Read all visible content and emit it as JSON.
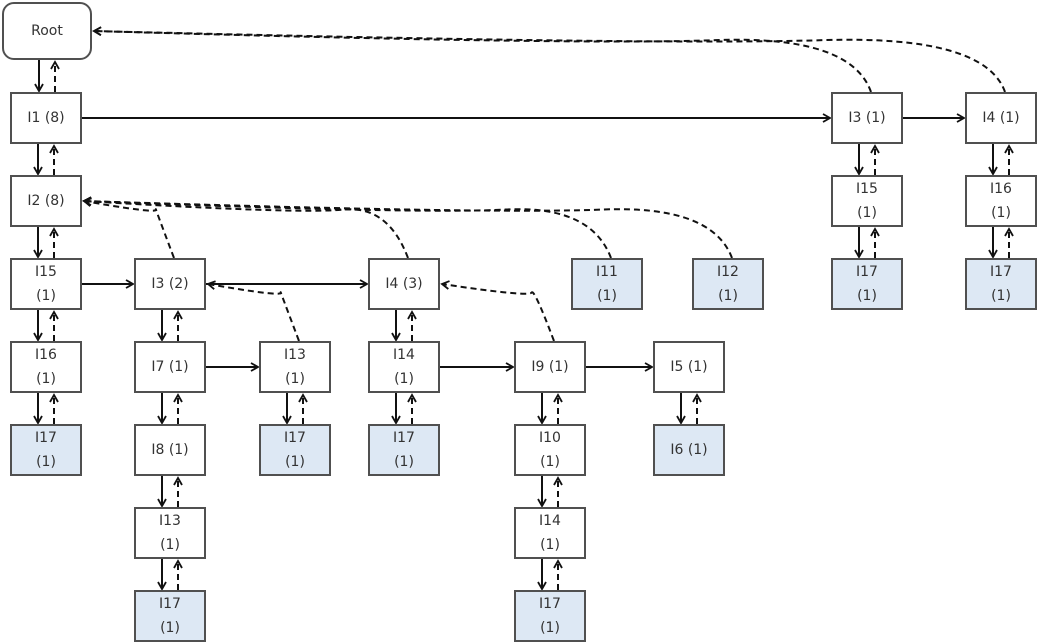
{
  "diagram": {
    "colors": {
      "leaf_fill": "#dde8f4",
      "node_fill": "#ffffff",
      "border": "#505050",
      "edge": "#111111"
    },
    "legend_semantics": {
      "solid_arrow": "child / sibling link",
      "dashed_arrow": "parent link"
    },
    "nodes": [
      {
        "id": "root",
        "line1": "Root",
        "line2": "",
        "leaf": false
      },
      {
        "id": "n_i1",
        "line1": "I1 (8)",
        "line2": "",
        "leaf": false
      },
      {
        "id": "n_i2",
        "line1": "I2 (8)",
        "line2": "",
        "leaf": false
      },
      {
        "id": "n_i15a",
        "line1": "I15",
        "line2": "(1)",
        "leaf": false
      },
      {
        "id": "n_i16a",
        "line1": "I16",
        "line2": "(1)",
        "leaf": false
      },
      {
        "id": "n_i17a",
        "line1": "I17",
        "line2": "(1)",
        "leaf": true
      },
      {
        "id": "n_i3b",
        "line1": "I3 (2)",
        "line2": "",
        "leaf": false
      },
      {
        "id": "n_i7",
        "line1": "I7 (1)",
        "line2": "",
        "leaf": false
      },
      {
        "id": "n_i8",
        "line1": "I8 (1)",
        "line2": "",
        "leaf": false
      },
      {
        "id": "n_i13b",
        "line1": "I13",
        "line2": "(1)",
        "leaf": false
      },
      {
        "id": "n_i17b",
        "line1": "I17",
        "line2": "(1)",
        "leaf": true
      },
      {
        "id": "n_i13a",
        "line1": "I13",
        "line2": "(1)",
        "leaf": false
      },
      {
        "id": "n_i17c",
        "line1": "I17",
        "line2": "(1)",
        "leaf": true
      },
      {
        "id": "n_i4b",
        "line1": "I4 (3)",
        "line2": "",
        "leaf": false
      },
      {
        "id": "n_i14a",
        "line1": "I14",
        "line2": "(1)",
        "leaf": false
      },
      {
        "id": "n_i17d",
        "line1": "I17",
        "line2": "(1)",
        "leaf": true
      },
      {
        "id": "n_i9",
        "line1": "I9 (1)",
        "line2": "",
        "leaf": false
      },
      {
        "id": "n_i10",
        "line1": "I10",
        "line2": "(1)",
        "leaf": false
      },
      {
        "id": "n_i14b",
        "line1": "I14",
        "line2": "(1)",
        "leaf": false
      },
      {
        "id": "n_i17e",
        "line1": "I17",
        "line2": "(1)",
        "leaf": true
      },
      {
        "id": "n_i5",
        "line1": "I5 (1)",
        "line2": "",
        "leaf": false
      },
      {
        "id": "n_i6",
        "line1": "I6 (1)",
        "line2": "",
        "leaf": true
      },
      {
        "id": "n_i11",
        "line1": "I11",
        "line2": "(1)",
        "leaf": true
      },
      {
        "id": "n_i12",
        "line1": "I12",
        "line2": "(1)",
        "leaf": true
      },
      {
        "id": "n_i3a",
        "line1": "I3 (1)",
        "line2": "",
        "leaf": false
      },
      {
        "id": "n_i15b",
        "line1": "I15",
        "line2": "(1)",
        "leaf": false
      },
      {
        "id": "n_i17f",
        "line1": "I17",
        "line2": "(1)",
        "leaf": true
      },
      {
        "id": "n_i4a",
        "line1": "I4 (1)",
        "line2": "",
        "leaf": false
      },
      {
        "id": "n_i16b",
        "line1": "I16",
        "line2": "(1)",
        "leaf": false
      },
      {
        "id": "n_i17g",
        "line1": "I17",
        "line2": "(1)",
        "leaf": true
      }
    ],
    "edges": [
      {
        "from": "root",
        "to": "n_i1",
        "type": "child"
      },
      {
        "from": "n_i1",
        "to": "n_i2",
        "type": "child"
      },
      {
        "from": "n_i1",
        "to": "n_i3a",
        "type": "sibling"
      },
      {
        "from": "n_i3a",
        "to": "n_i4a",
        "type": "sibling"
      },
      {
        "from": "n_i3a",
        "to": "n_i15b",
        "type": "child"
      },
      {
        "from": "n_i15b",
        "to": "n_i17f",
        "type": "child"
      },
      {
        "from": "n_i4a",
        "to": "n_i16b",
        "type": "child"
      },
      {
        "from": "n_i16b",
        "to": "n_i17g",
        "type": "child"
      },
      {
        "from": "n_i2",
        "to": "n_i15a",
        "type": "child"
      },
      {
        "from": "n_i15a",
        "to": "n_i16a",
        "type": "child"
      },
      {
        "from": "n_i16a",
        "to": "n_i17a",
        "type": "child"
      },
      {
        "from": "n_i15a",
        "to": "n_i3b",
        "type": "sibling"
      },
      {
        "from": "n_i3b",
        "to": "n_i4b",
        "type": "sibling"
      },
      {
        "from": "n_i3b",
        "to": "n_i7",
        "type": "child"
      },
      {
        "from": "n_i7",
        "to": "n_i13a",
        "type": "sibling"
      },
      {
        "from": "n_i7",
        "to": "n_i8",
        "type": "child"
      },
      {
        "from": "n_i8",
        "to": "n_i13b",
        "type": "child"
      },
      {
        "from": "n_i13b",
        "to": "n_i17b",
        "type": "child"
      },
      {
        "from": "n_i13a",
        "to": "n_i17c",
        "type": "child"
      },
      {
        "from": "n_i4b",
        "to": "n_i14a",
        "type": "child"
      },
      {
        "from": "n_i14a",
        "to": "n_i17d",
        "type": "child"
      },
      {
        "from": "n_i14a",
        "to": "n_i9",
        "type": "sibling"
      },
      {
        "from": "n_i9",
        "to": "n_i5",
        "type": "sibling"
      },
      {
        "from": "n_i9",
        "to": "n_i10",
        "type": "child"
      },
      {
        "from": "n_i10",
        "to": "n_i14b",
        "type": "child"
      },
      {
        "from": "n_i14b",
        "to": "n_i17e",
        "type": "child"
      },
      {
        "from": "n_i5",
        "to": "n_i6",
        "type": "child"
      },
      {
        "from": "n_i3a",
        "to": "root",
        "type": "parent-curve"
      },
      {
        "from": "n_i4a",
        "to": "root",
        "type": "parent-curve"
      },
      {
        "from": "n_i3b",
        "to": "n_i2",
        "type": "parent-curve"
      },
      {
        "from": "n_i4b",
        "to": "n_i2",
        "type": "parent-curve"
      },
      {
        "from": "n_i11",
        "to": "n_i2",
        "type": "parent-curve"
      },
      {
        "from": "n_i12",
        "to": "n_i2",
        "type": "parent-curve"
      },
      {
        "from": "n_i13a",
        "to": "n_i3b",
        "type": "parent-curve"
      },
      {
        "from": "n_i9",
        "to": "n_i4b",
        "type": "parent-curve"
      }
    ]
  }
}
